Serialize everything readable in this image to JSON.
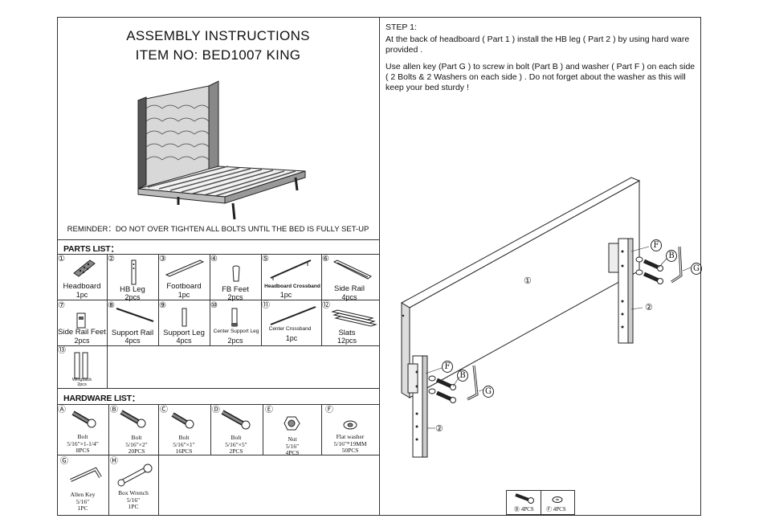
{
  "header": {
    "title": "ASSEMBLY INSTRUCTIONS",
    "item_no": "ITEM   NO: BED1007 KING"
  },
  "reminder": "REMINDER：DO NOT OVER TIGHTEN ALL BOLTS UNTIL THE BED IS FULLY SET-UP",
  "parts_list": {
    "heading": "PARTS LIST：",
    "items": [
      {
        "num": "①",
        "name": "Headboard",
        "qty": "1pc"
      },
      {
        "num": "②",
        "name": "HB Leg",
        "qty": "2pcs"
      },
      {
        "num": "③",
        "name": "Footboard",
        "qty": "1pc"
      },
      {
        "num": "④",
        "name": "FB Feet",
        "qty": "2pcs"
      },
      {
        "num": "⑤",
        "name": "Headboard Crossband",
        "qty": "1pc"
      },
      {
        "num": "⑥",
        "name": "Side Rail",
        "qty": "4pcs"
      },
      {
        "num": "⑦",
        "name": "Side Rail Feet",
        "qty": "2pcs"
      },
      {
        "num": "⑧",
        "name": "Support Rail",
        "qty": "4pcs"
      },
      {
        "num": "⑨",
        "name": "Support Leg",
        "qty": "4pcs"
      },
      {
        "num": "⑩",
        "name": "Center Support Leg",
        "qty": "2pcs"
      },
      {
        "num": "⑪",
        "name": "Center  Crossband",
        "qty": "1pc"
      },
      {
        "num": "⑫",
        "name": "Slats",
        "qty": "12pcs"
      },
      {
        "num": "⑬",
        "name": "Wingback",
        "qty": "2pcs"
      }
    ]
  },
  "hardware_list": {
    "heading": "HARDWARE LIST：",
    "items": [
      {
        "letter": "Ⓐ",
        "name": "Bolt",
        "size": "5/16\"×1-1/4\"",
        "qty": "8PCS"
      },
      {
        "letter": "Ⓑ",
        "name": "Bolt",
        "size": "5/16\"×2\"",
        "qty": "20PCS"
      },
      {
        "letter": "Ⓒ",
        "name": "Bolt",
        "size": "5/16\"×1\"",
        "qty": "16PCS"
      },
      {
        "letter": "Ⓓ",
        "name": "Bolt",
        "size": "5/16\"×5\"",
        "qty": "2PCS"
      },
      {
        "letter": "Ⓔ",
        "name": "Nut",
        "size": "5/16\"",
        "qty": "4PCS"
      },
      {
        "letter": "Ⓕ",
        "name": "Flat washer",
        "size": "5/16\"*19MM",
        "qty": "50PCS"
      },
      {
        "letter": "Ⓖ",
        "name": "Allen Key",
        "size": "5/16\"",
        "qty": "1PC"
      },
      {
        "letter": "Ⓗ",
        "name": "Box Wrench",
        "size": "5/16\"",
        "qty": "1PC"
      }
    ]
  },
  "step1": {
    "title": "STEP 1:",
    "para1": "At the back of headboard ( Part 1 ) install the HB leg ( Part 2 ) by using hard ware provided .",
    "para2": "Use allen key (Part G ) to screw in bolt (Part B ) and washer ( Part F ) on each side ( 2 Bolts & 2 Washers on each side ) . Do not forget about the washer as this will keep your bed sturdy !",
    "callouts": {
      "headboard": "①",
      "leg": "②",
      "washer": "F",
      "bolt": "B",
      "key": "G"
    },
    "usage": [
      {
        "letter": "Ⓑ",
        "qty": "4PCS"
      },
      {
        "letter": "Ⓕ",
        "qty": "4PCS"
      }
    ]
  }
}
